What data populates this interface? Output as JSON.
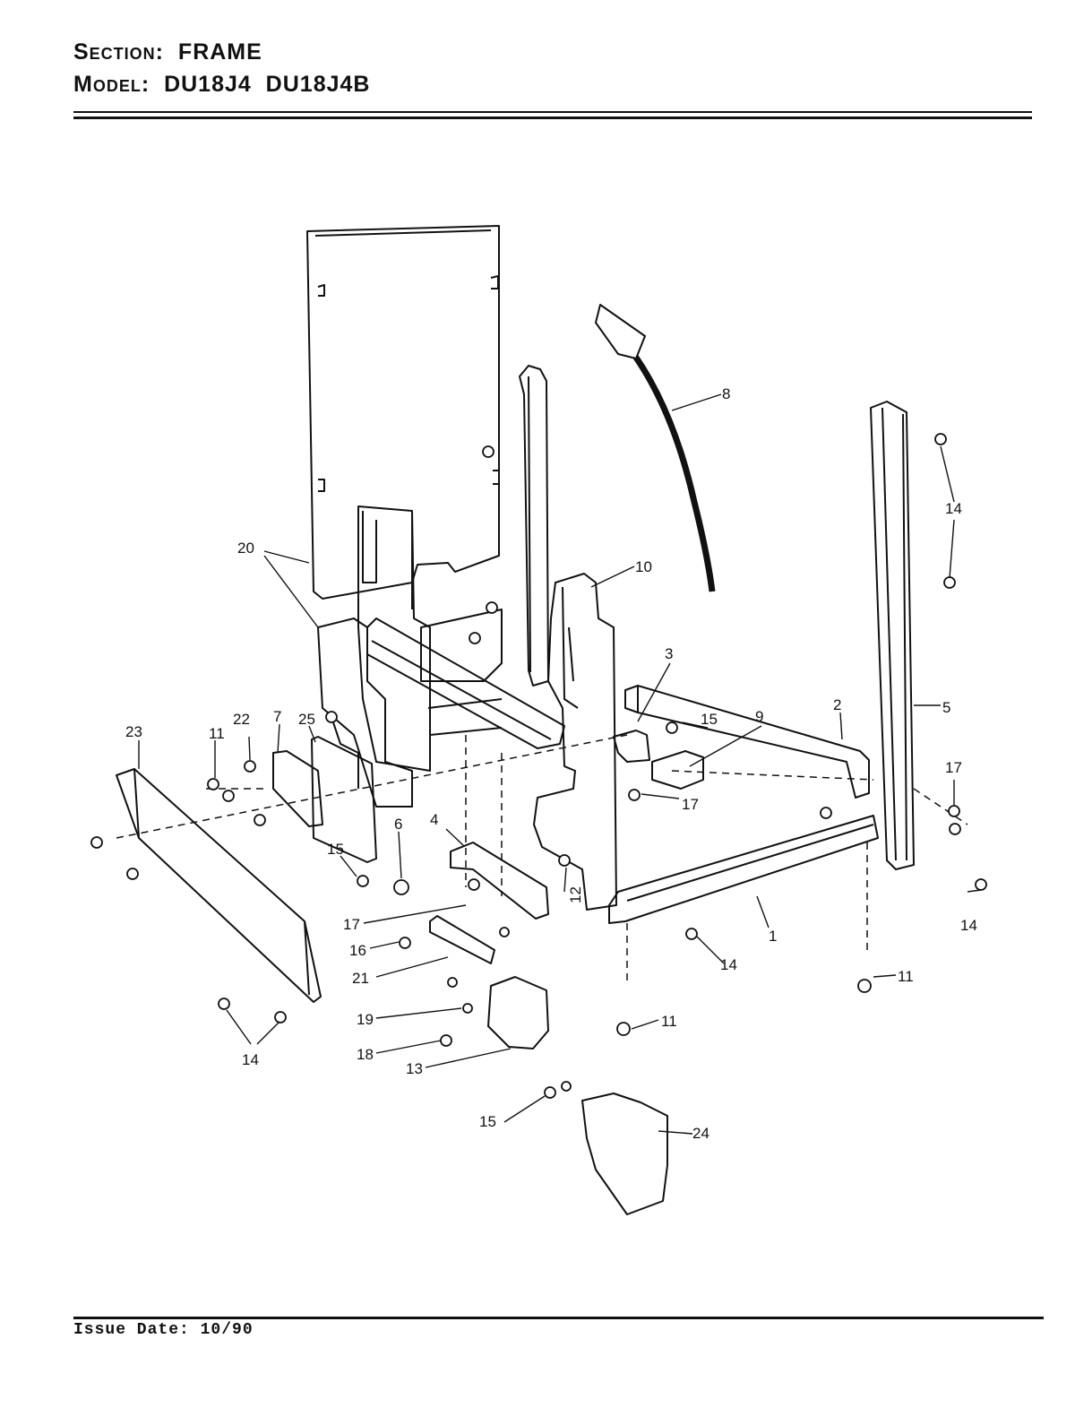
{
  "header": {
    "section_label": "Section:",
    "section_value": "FRAME",
    "model_label": "Model:",
    "model_values": "DU18J4  DU18J4B"
  },
  "callouts": [
    "1",
    "2",
    "3",
    "4",
    "5",
    "6",
    "7",
    "8",
    "9",
    "10",
    "11",
    "12",
    "13",
    "14",
    "15",
    "16",
    "17",
    "18",
    "19",
    "20",
    "21",
    "22",
    "23",
    "24",
    "25"
  ],
  "footer": {
    "issue_date": "Issue Date: 10/90"
  }
}
